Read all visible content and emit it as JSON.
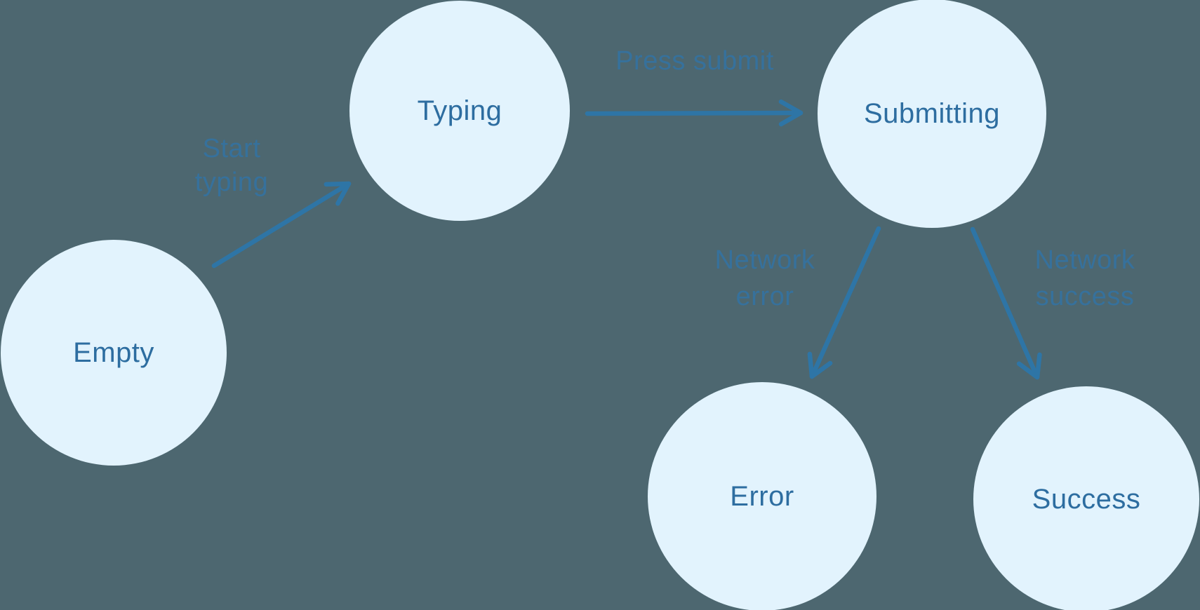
{
  "diagram": {
    "type": "state-machine",
    "nodes": [
      {
        "id": "empty",
        "label": "Empty"
      },
      {
        "id": "typing",
        "label": "Typing"
      },
      {
        "id": "submitting",
        "label": "Submitting"
      },
      {
        "id": "error",
        "label": "Error"
      },
      {
        "id": "success",
        "label": "Success"
      }
    ],
    "edges": [
      {
        "from": "empty",
        "to": "typing",
        "label": "Start typing"
      },
      {
        "from": "typing",
        "to": "submitting",
        "label": "Press submit"
      },
      {
        "from": "submitting",
        "to": "error",
        "label": "Network error"
      },
      {
        "from": "submitting",
        "to": "success",
        "label": "Network success"
      }
    ],
    "colors": {
      "background": "#4d6770",
      "node_fill": "#e2f3fd",
      "node_text": "#2d6da0",
      "arrow": "#2e75a6",
      "edge_label": "#36719c"
    }
  }
}
